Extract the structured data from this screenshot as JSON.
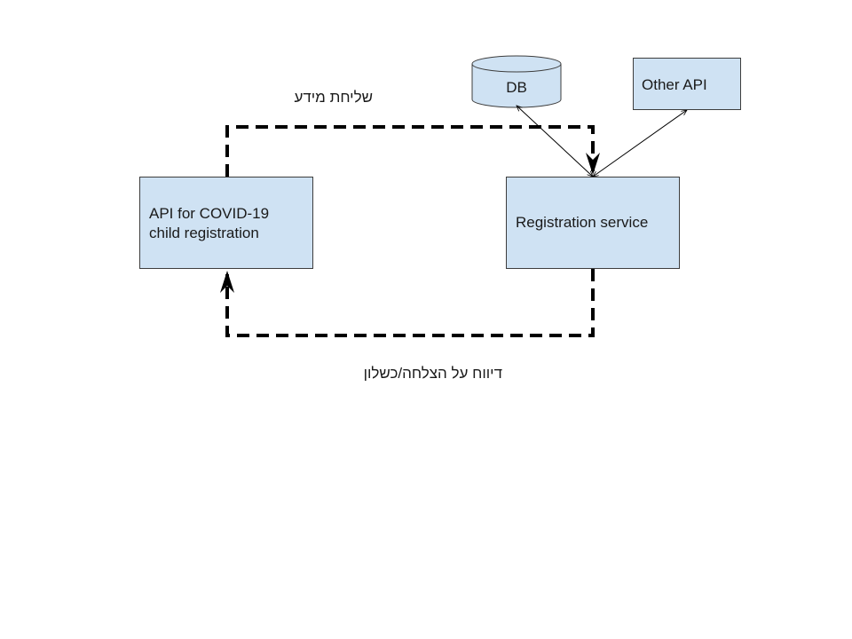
{
  "diagram": {
    "nodes": {
      "api": {
        "label_line1": "API for COVID-19",
        "label_line2": "child registration"
      },
      "registration": {
        "label": "Registration service"
      },
      "db": {
        "label": "DB"
      },
      "other_api": {
        "label": "Other API"
      }
    },
    "edges": {
      "send_info": {
        "label": "שליחת מידע"
      },
      "report_result": {
        "label": "דיווח על הצלחה/כשלון"
      }
    },
    "colors": {
      "node_fill": "#cfe2f3",
      "node_border": "#3d3d3d",
      "line": "#000000"
    }
  }
}
